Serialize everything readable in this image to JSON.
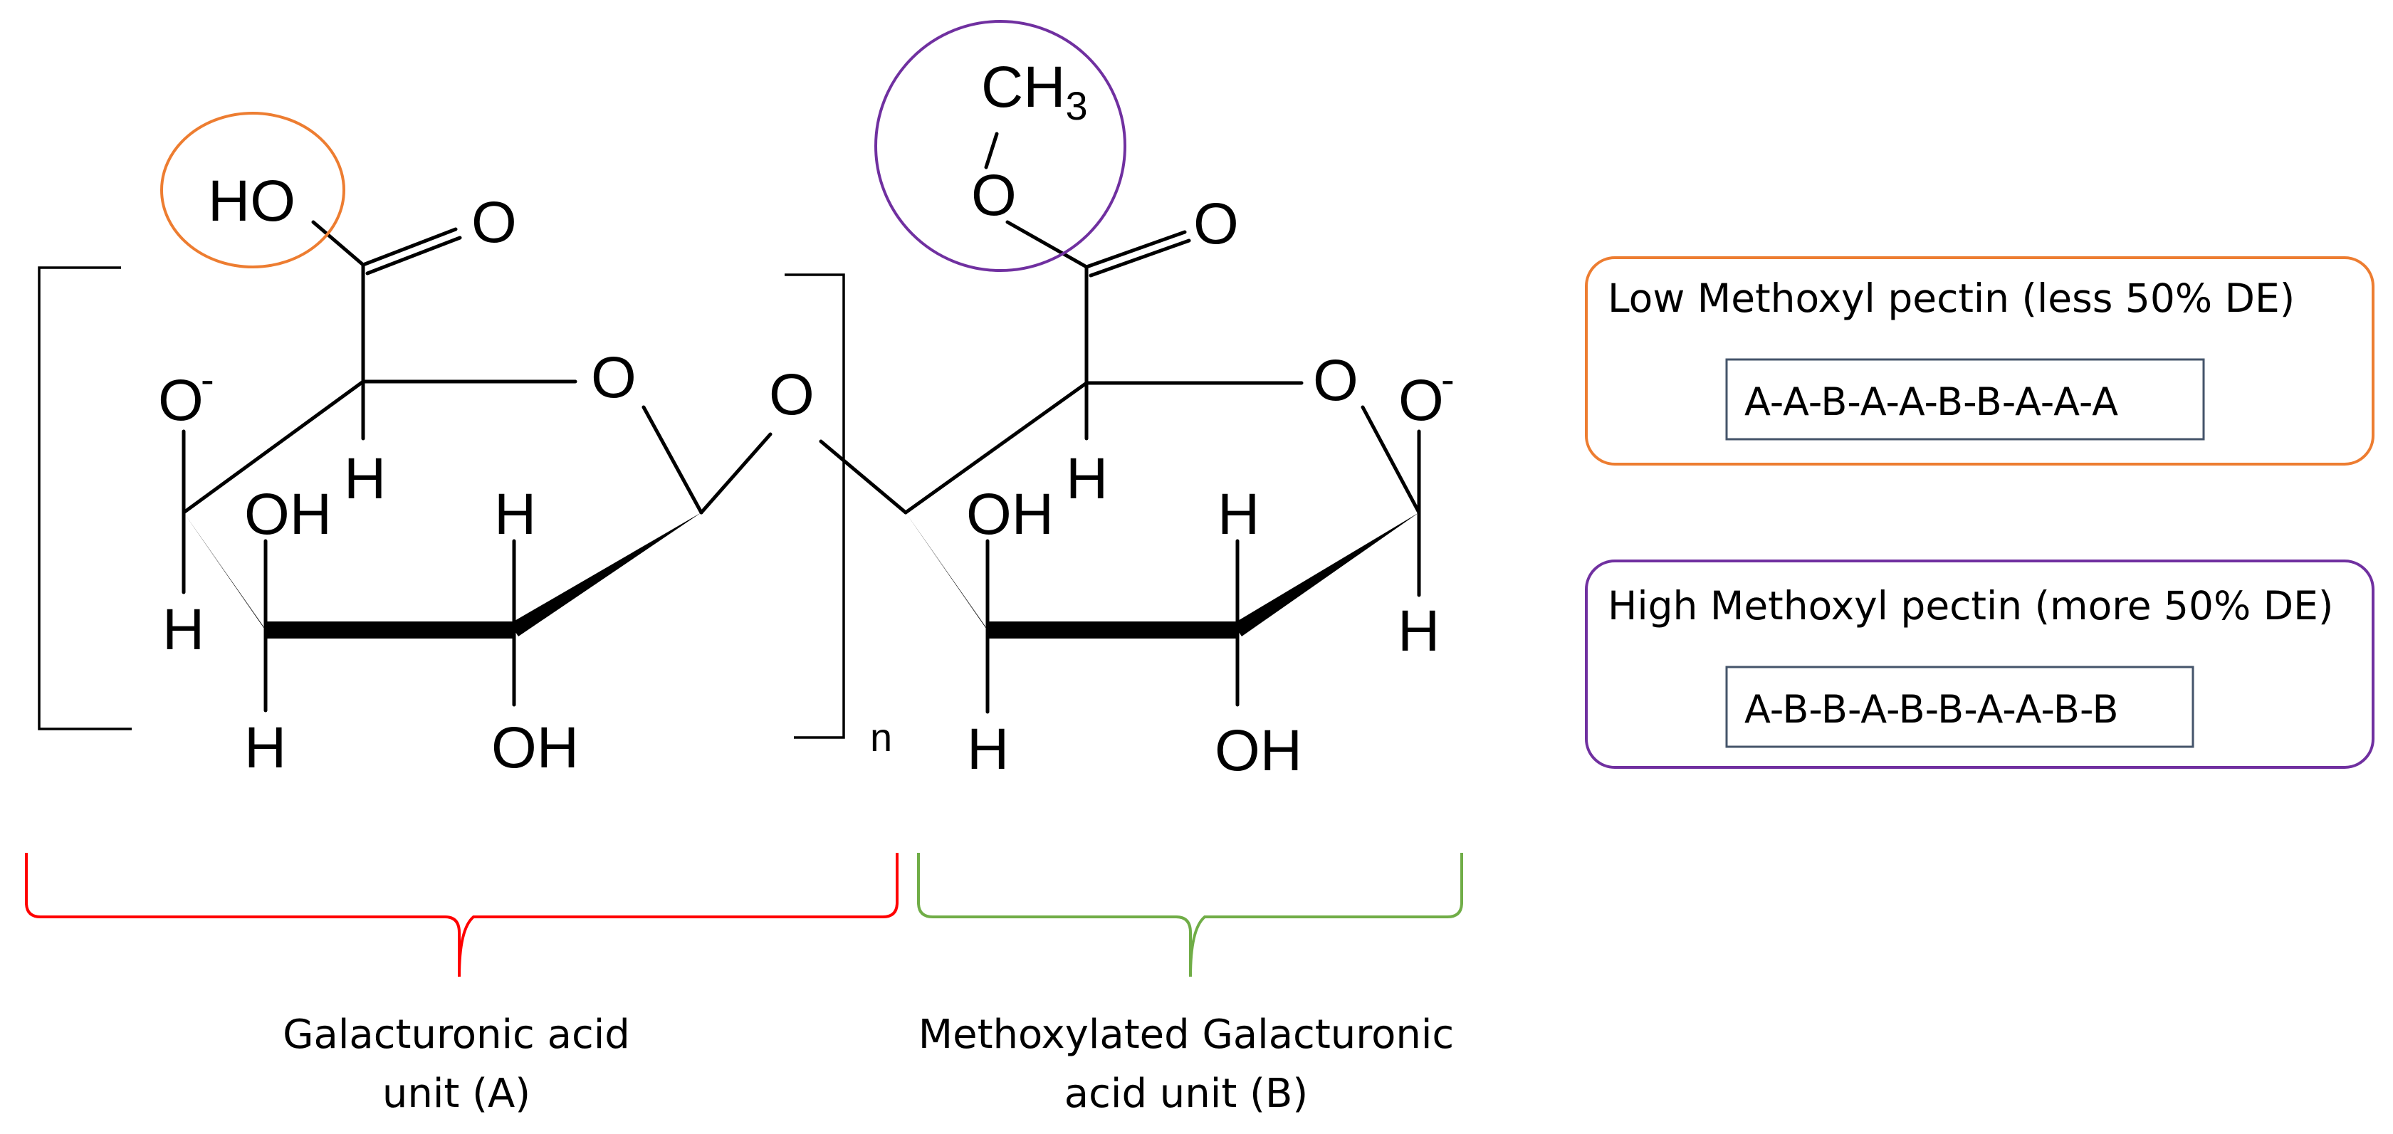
{
  "colors": {
    "low_methoxyl": "#ED7D31",
    "high_methoxyl": "#7030A0",
    "brace_unit_a": "#FF0000",
    "brace_unit_b": "#70AD47",
    "sequence_box_border": "#44546A"
  },
  "structure": {
    "repeat_subscript": "n",
    "unit_a": {
      "carboxyl_hydroxyl": "HO",
      "carbonyl_oxygen": "O",
      "ring_oxygen": "O",
      "glycosidic_oxygen": "O",
      "anomeric_oxygen": "O",
      "anomeric_charge": "-",
      "c4_hydrogen": "H",
      "c1_hydrogen": "H",
      "c2_hydroxyl": "OH",
      "c2_hydrogen": "H",
      "c3_hydrogen": "H",
      "c3_hydroxyl": "OH"
    },
    "unit_b": {
      "methyl_group": "CH",
      "methyl_subscript": "3",
      "ester_oxygen": "O",
      "carbonyl_oxygen": "O",
      "ring_oxygen": "O",
      "anomeric_oxygen": "O",
      "anomeric_charge": "-",
      "c4_hydrogen": "H",
      "c1_hydrogen": "H",
      "c2_hydroxyl": "OH",
      "c2_hydrogen": "H",
      "c3_hydrogen": "H",
      "c3_hydroxyl": "OH"
    }
  },
  "captions": {
    "unit_a_line1": "Galacturonic acid",
    "unit_a_line2": "unit (A)",
    "unit_b_line1": "Methoxylated Galacturonic",
    "unit_b_line2": "acid unit (B)"
  },
  "legend": {
    "low_methoxyl": {
      "title": "Low Methoxyl pectin (less 50% DE)",
      "sequence": "A-A-B-A-A-B-B-A-A-A"
    },
    "high_methoxyl": {
      "title": "High Methoxyl pectin (more 50% DE)",
      "sequence": "A-B-B-A-B-B-A-A-B-B"
    }
  }
}
